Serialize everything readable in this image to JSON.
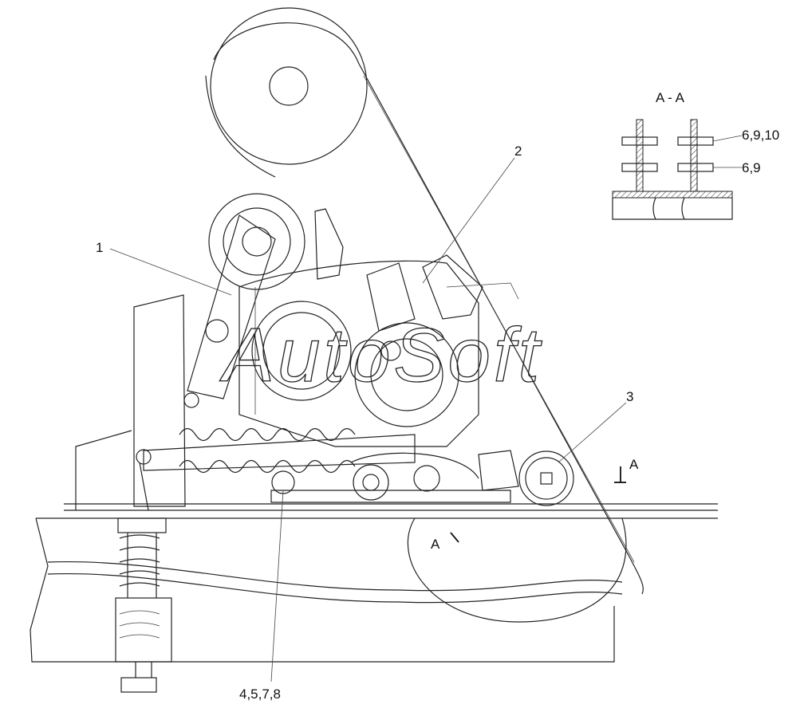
{
  "watermark": "AutoSoft",
  "callouts": {
    "c1": "1",
    "c2": "2",
    "c3": "3",
    "c4": "4,5,7,8"
  },
  "section": {
    "title": "A - A",
    "label_top": "6,9,10",
    "label_bottom": "6,9"
  },
  "section_marks": {
    "upper": "A",
    "lower": "A"
  }
}
